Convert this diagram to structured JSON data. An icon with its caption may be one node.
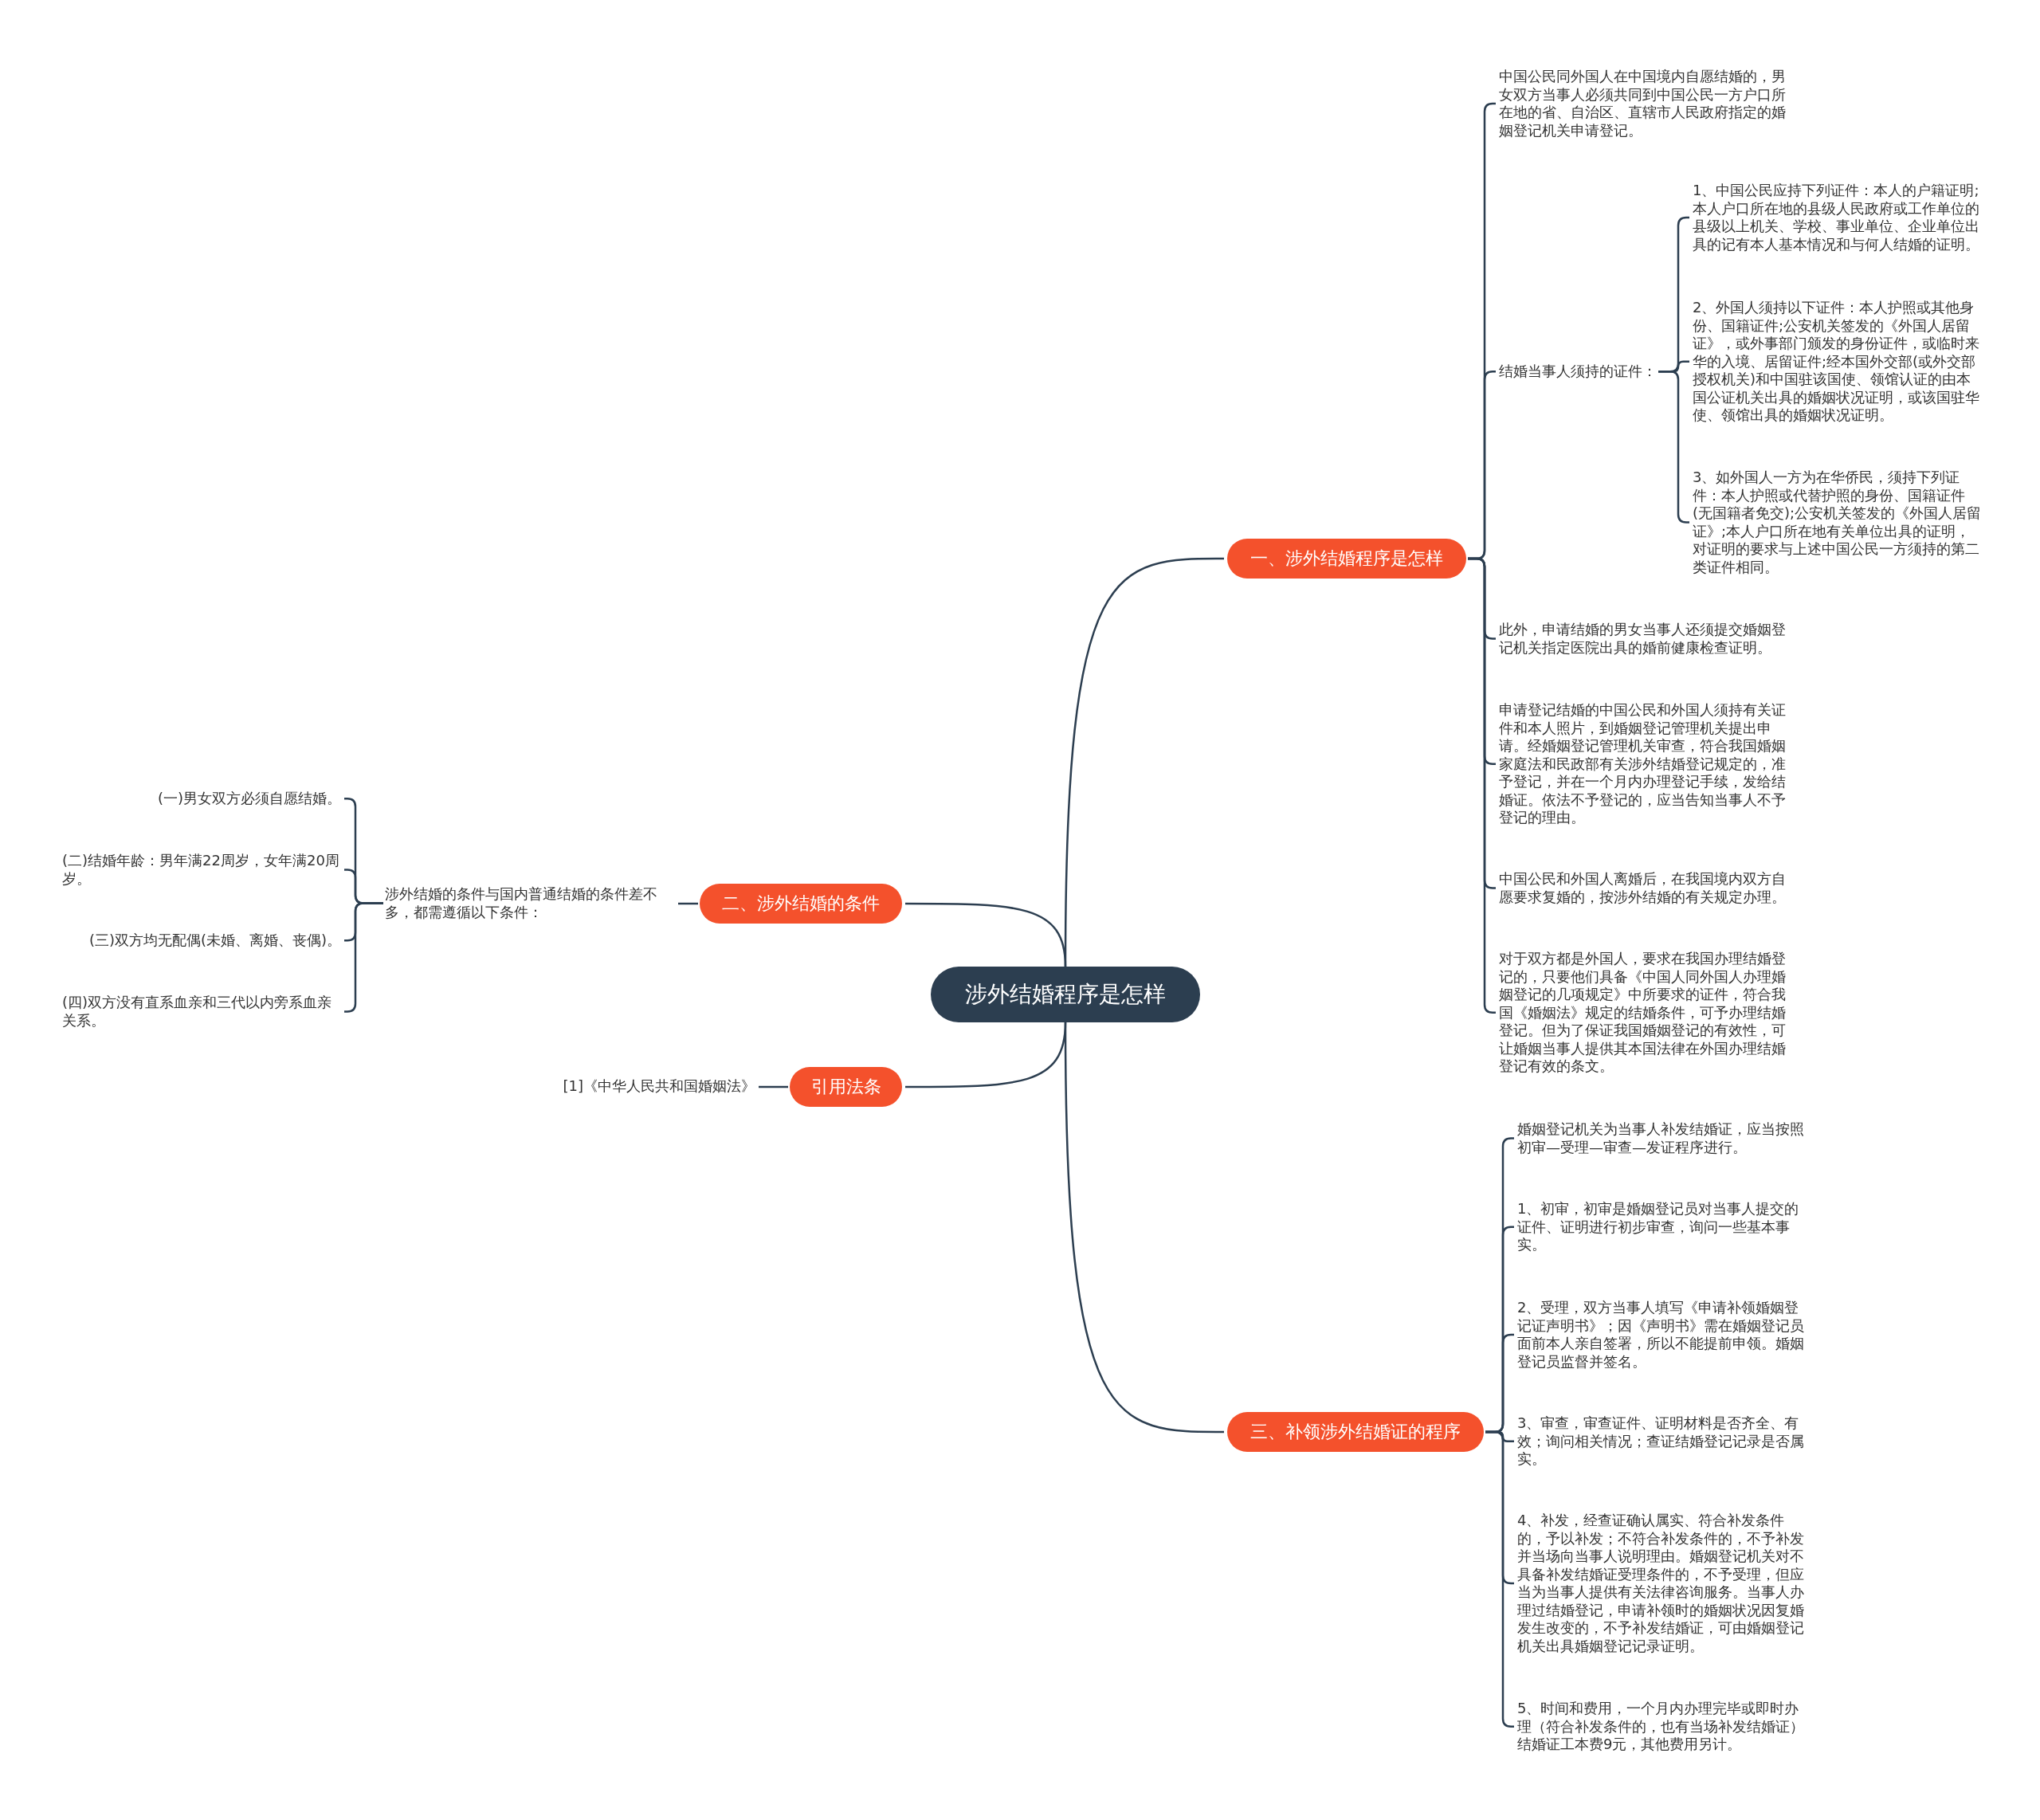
{
  "diagram": {
    "nodes": [
      {
        "text": [
          "涉外结婚程序是怎样"
        ]
      },
      {
        "text": [
          "一、涉外结婚程序是怎样"
        ]
      },
      {
        "text": [
          "中国公民同外国人在中国境内自愿结婚的，男女双方当事人必须共同到中国公民一方户口所在地的省、自治区、直辖市人民政府指定的婚姻登记机关申请登记。"
        ]
      },
      {
        "text": [
          "结婚当事人须持的证件："
        ]
      },
      {
        "text": [
          "1、中国公民应持下列证件：本人的户籍证明;本人户口所在地的县级人民政府或工作单位的县级以上机关、学校、事业单位、企业单位出具的记有本人基本情况和与何人结婚的证明。"
        ]
      },
      {
        "text": [
          "2、外国人须持以下证件：本人护照或其他身份、国籍证件;公安机关签发的《外国人居留证》，或外事部门颁发的身份证件，或临时来华的入境、居留证件;经本国外交部(或外交部授权机关)和中国驻该国使、领馆认证的由本国公证机关出具的婚姻状况证明，或该国驻华使、领馆出具的婚姻状况证明。"
        ]
      },
      {
        "text": [
          "3、如外国人一方为在华侨民，须持下列证件：本人护照或代替护照的身份、国籍证件(无国籍者免交);公安机关签发的《外国人居留证》;本人户口所在地有关单位出具的证明，对证明的要求与上述中国公民一方须持的第二类证件相同。"
        ]
      },
      {
        "text": [
          "此外，申请结婚的男女当事人还须提交婚姻登记机关指定医院出具的婚前健康检查证明。"
        ]
      },
      {
        "text": [
          "申请登记结婚的中国公民和外国人须持有关证件和本人照片，到婚姻登记管理机关提出申请。经婚姻登记管理机关审查，符合我国婚姻家庭法和民政部有关涉外结婚登记规定的，准予登记，并在一个月内办理登记手续，发给结婚证。依法不予登记的，应当告知当事人不予登记的理由。"
        ]
      },
      {
        "text": [
          "中国公民和外国人离婚后，在我国境内双方自愿要求复婚的，按涉外结婚的有关规定办理。"
        ]
      },
      {
        "text": [
          "对于双方都是外国人，要求在我国办理结婚登记的，只要他们具备《中国人同外国人办理婚姻登记的几项规定》中所要求的证件，符合我国《婚姻法》规定的结婚条件，可予办理结婚登记。但为了保证我国婚姻登记的有效性，可让婚姻当事人提供其本国法律在外国办理结婚登记有效的条文。"
        ]
      },
      {
        "text": [
          "二、涉外结婚的条件"
        ]
      },
      {
        "text": [
          "涉外结婚的条件与国内普通结婚的条件差不多，都需遵循以下条件："
        ]
      },
      {
        "text": [
          "(一)男女双方必须自愿结婚。"
        ]
      },
      {
        "text": [
          "(二)结婚年龄：男年满22周岁，女年满20周岁。"
        ]
      },
      {
        "text": [
          "(三)双方均无配偶(未婚、离婚、丧偶)。"
        ]
      },
      {
        "text": [
          "(四)双方没有直系血亲和三代以内旁系血亲关系。"
        ]
      },
      {
        "text": [
          "引用法条"
        ]
      },
      {
        "text": [
          "[1]《中华人民共和国婚姻法》"
        ]
      },
      {
        "text": [
          "三、补领涉外结婚证的程序"
        ]
      },
      {
        "text": [
          "婚姻登记机关为当事人补发结婚证，应当按照初审—受理—审查—发证程序进行。"
        ]
      },
      {
        "text": [
          "1、初审，初审是婚姻登记员对当事人提交的证件、证明进行初步审查，询问一些基本事实。"
        ]
      },
      {
        "text": [
          "2、受理，双方当事人填写《申请补领婚姻登记证声明书》；因《声明书》需在婚姻登记员面前本人亲自签署，所以不能提前申领。婚姻登记员监督并签名。"
        ]
      },
      {
        "text": [
          "3、审查，审查证件、证明材料是否齐全、有效；询问相关情况；查证结婚登记记录是否属实。"
        ]
      },
      {
        "text": [
          "4、补发，经查证确认属实、符合补发条件的，予以补发；不符合补发条件的，不予补发并当场向当事人说明理由。婚姻登记机关对不具备补发结婚证受理条件的，不予受理，但应当为当事人提供有关法律咨询服务。当事人办理过结婚登记，申请补领时的婚姻状况因复婚发生改变的，不予补发结婚证，可由婚姻登记机关出具婚姻登记记录证明。"
        ]
      },
      {
        "text": [
          "5、时间和费用，一个月内办理完毕或即时办理（符合补发条件的，也有当场补发结婚证）结婚证工本费9元，其他费用另计。"
        ]
      }
    ],
    "edges": [
      {
        "from": 0,
        "to": 1,
        "arrow": "none"
      },
      {
        "from": 1,
        "to": 2,
        "arrow": "none"
      },
      {
        "from": 1,
        "to": 3,
        "arrow": "none"
      },
      {
        "from": 3,
        "to": 4,
        "arrow": "none"
      },
      {
        "from": 3,
        "to": 5,
        "arrow": "none"
      },
      {
        "from": 3,
        "to": 6,
        "arrow": "none"
      },
      {
        "from": 1,
        "to": 7,
        "arrow": "none"
      },
      {
        "from": 1,
        "to": 8,
        "arrow": "none"
      },
      {
        "from": 1,
        "to": 9,
        "arrow": "none"
      },
      {
        "from": 1,
        "to": 10,
        "arrow": "none"
      },
      {
        "from": 0,
        "to": 11,
        "arrow": "none"
      },
      {
        "from": 11,
        "to": 12,
        "arrow": "none"
      },
      {
        "from": 12,
        "to": 13,
        "arrow": "none"
      },
      {
        "from": 12,
        "to": 14,
        "arrow": "none"
      },
      {
        "from": 12,
        "to": 15,
        "arrow": "none"
      },
      {
        "from": 12,
        "to": 16,
        "arrow": "none"
      },
      {
        "from": 0,
        "to": 17,
        "arrow": "none"
      },
      {
        "from": 17,
        "to": 18,
        "arrow": "none"
      },
      {
        "from": 0,
        "to": 19,
        "arrow": "none"
      },
      {
        "from": 19,
        "to": 20,
        "arrow": "none"
      },
      {
        "from": 19,
        "to": 21,
        "arrow": "none"
      },
      {
        "from": 19,
        "to": 22,
        "arrow": "none"
      },
      {
        "from": 19,
        "to": 23,
        "arrow": "none"
      },
      {
        "from": 19,
        "to": 24,
        "arrow": "none"
      },
      {
        "from": 19,
        "to": 25,
        "arrow": "none"
      }
    ]
  }
}
